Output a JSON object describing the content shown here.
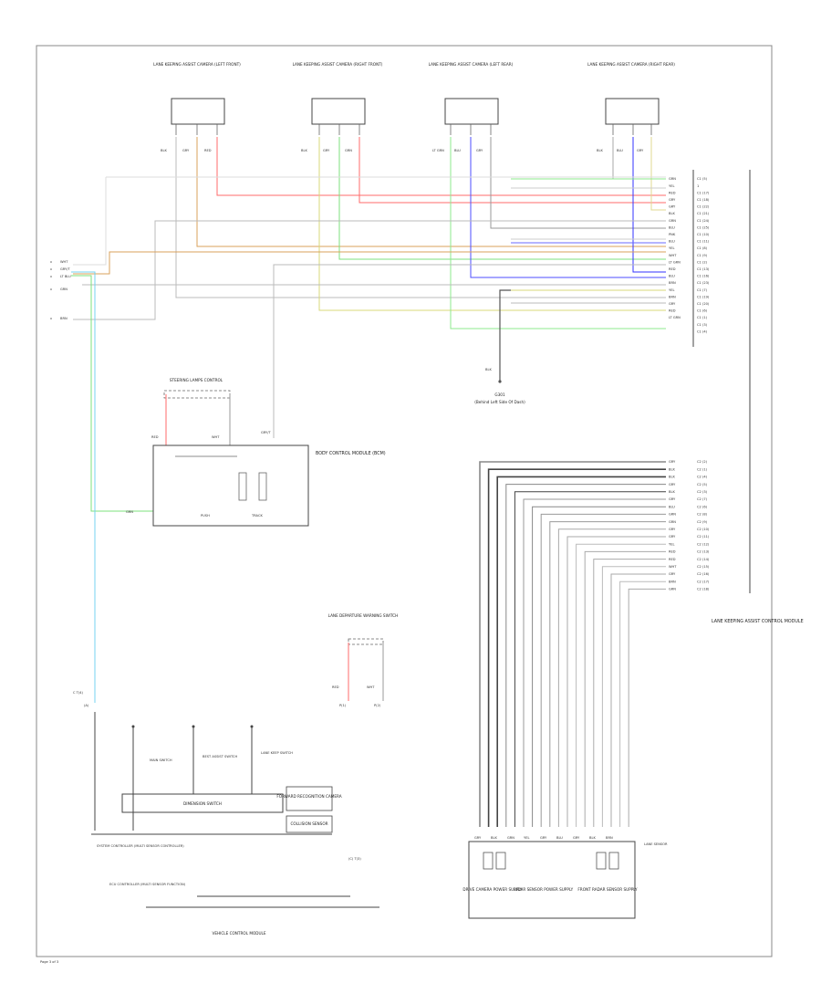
{
  "diagram": {
    "page_label": "Page 3 of 3",
    "sensor_captions": [
      "LANE KEEPING ASSIST CAMERA (LEFT FRONT)",
      "LANE KEEPING ASSIST CAMERA (RIGHT FRONT)",
      "LANE KEEPING ASSIST CAMERA (LEFT REAR)",
      "LANE KEEPING ASSIST CAMERA (RIGHT REAR)"
    ],
    "sensor_pins": [
      [
        "BLK",
        "GRY",
        "RED"
      ],
      [
        "BLK",
        "GRY",
        "GRN"
      ],
      [
        "LT GRN",
        "BLU",
        "GRY"
      ],
      [
        "BLK",
        "BLU",
        "GRY"
      ]
    ],
    "sensor_wire_colors": [
      [
        "#bbbbbb",
        "#d9a05b",
        "#ff6b6b"
      ],
      [
        "#bbbbbb",
        "#d8d87a",
        "#7de07d"
      ],
      [
        "#8ee88e",
        "#4d4dff",
        "#999999"
      ],
      [
        "#aaaaaa",
        "#3333ff",
        "#e0d890"
      ]
    ],
    "left_wire_labels": [
      "WHT",
      "GRY/T",
      "LT BLU",
      "GRN",
      "BRN"
    ],
    "right_connector_pins": [
      "GRN",
      "YEL",
      "RED",
      "GRY",
      "GRY",
      "BLK",
      "GRN",
      "BLU",
      "PNK",
      "BLU",
      "YEL",
      "WHT",
      "LT GRN",
      "RED",
      "BLU",
      "BRN",
      "YEL",
      "BRN",
      "GRY",
      "RED",
      "LT GRN",
      "",
      ""
    ],
    "right_pin_numbers": [
      "C1 (5)",
      "1",
      "C1 (17)",
      "C1 (18)",
      "C1 (22)",
      "C1 (21)",
      "C1 (24)",
      "C1 (25)",
      "C1 (10)",
      "C1 (11)",
      "C1 (8)",
      "C1 (9)",
      "C1 (2)",
      "C1 (13)",
      "C1 (16)",
      "C1 (23)",
      "C1 (7)",
      "C1 (19)",
      "C1 (20)",
      "C1 (6)",
      "C1 (1)",
      "C1 (3)",
      "C1 (4)"
    ],
    "ground": {
      "wire": "BLK",
      "label": "G301",
      "caption": "(Behind Left Side Of Dash)"
    },
    "switch_caption": "STEERING LAMPS CONTROL",
    "switch_pins": [
      "RED",
      "WHT"
    ],
    "module_caption": "BODY CONTROL MODULE (BCM)",
    "module_wire": "GRY/T",
    "module_lbl_a": "PUSH",
    "module_lbl_b": "TRACK",
    "left_green_label": "GRN",
    "lower_switch_caption": "LANE DEPARTURE WARNING SWITCH",
    "lower_switch_pins": [
      "RED",
      "WHT"
    ],
    "lower_switch_pin_nums": [
      "P(1)",
      "P(2)"
    ],
    "lower_left_pin": "C T(4)",
    "lower_left_pin2": "(A)",
    "lower_switches": [
      "MAIN SWITCH",
      "BEST ASSIST SWITCH",
      "LANE KEEP SWITCH"
    ],
    "lower_box1": "DIMENSION SWITCH",
    "lower_box2": "FORWARD RECOGNITION CAMERA",
    "lower_box3": "COLLISION SENSOR",
    "lower_bus": "SYSTEM CONTROLLER (MULTI SENSOR CONTROLLER)",
    "lower_bus2": "ECU CONTROLLER (MULTI SENSOR FUNCTION)",
    "lower_caption": "VEHICLE CONTROL MODULE",
    "lower_pin_right": "(C) T(3)",
    "right_harness_pins": [
      "GRY",
      "BLK",
      "BLK",
      "GRY",
      "BLK",
      "GRY",
      "BLU",
      "GRN",
      "GRN",
      "GRY",
      "GRY",
      "YEL",
      "RED",
      "RED",
      "WHT",
      "GRY",
      "BRN",
      "GRN"
    ],
    "right_harness_nums": [
      "C2 (2)",
      "C2 (1)",
      "C2 (4)",
      "C2 (5)",
      "C2 (3)",
      "C2 (7)",
      "C2 (6)",
      "C2 (8)",
      "C2 (9)",
      "C2 (10)",
      "C2 (11)",
      "C2 (12)",
      "C2 (13)",
      "C2 (14)",
      "C2 (15)",
      "C2 (16)",
      "C2 (17)",
      "C2 (18)"
    ],
    "right_module_caption": "LANE KEEPING ASSIST CONTROL MODULE",
    "bottom_connector_caption": "LANE SENSOR",
    "bottom_pins": [
      "GRY",
      "BLK",
      "GRN",
      "YEL",
      "GRY",
      "BLU",
      "GRY",
      "BLK",
      "BRN"
    ],
    "bottom_captions": [
      "DRIVE CAMERA POWER SUPPLY",
      "LIDAR SENSOR POWER SUPPLY",
      "FRONT RADAR SENSOR SUPPLY"
    ]
  }
}
